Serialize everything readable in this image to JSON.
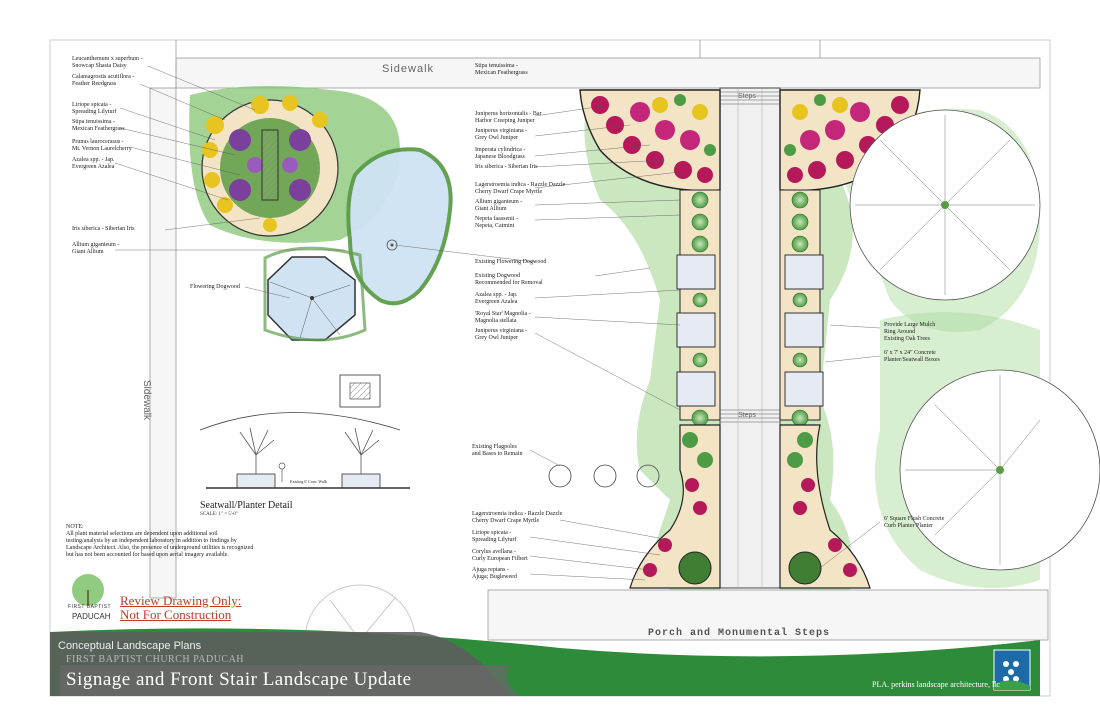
{
  "streets": {
    "top": "Sidewalk",
    "left": "Sidewalk",
    "stair_top": "Steps",
    "stair_mid": "Steps"
  },
  "porch": "Porch and Monumental Steps",
  "labels_left": [
    "Leucanthemum x superbum -",
    "Snowcap Shasta Daisy",
    "Calamagrostis acutiflora -",
    "Feather Reedgrass",
    "Liriope spicata -",
    "Spreading Lilyturf",
    "Stipa tenuissima -",
    "Mexican Feathergrass",
    "Prunus laurocerasus -",
    "Mt. Vernon Laurelcherry",
    "Azalea spp. - Jap.",
    "Evergreen Azalea",
    "Iris siberica - Siberian Iris",
    "Allium giganteum -",
    "Giant Allium",
    "Flowering Dogwood"
  ],
  "labels_center": [
    "Stipa tenuissima -",
    "Mexican Feathergrass",
    "Juniperus horizontalis - Bar",
    "Harbor Creeping Juniper",
    "Juniperus virginiana -",
    "Grey Owl Juniper",
    "Imperata cylindrica -",
    "Japanese Bloodgrass",
    "Iris siberica - Siberian Iris",
    "Lagerstroemia indica - Razzle Dazzle",
    "Cherry Dwarf Crape Myrtle",
    "Allium giganteum -",
    "Giant Allium",
    "Nepeta faassenii -",
    "Nepeta, Catmint",
    "Existing Flowering Dogwood",
    "Existing Dogwood",
    "Recommended for Removal",
    "Azalea spp. - Jap.",
    "Evergreen Azalea",
    "'Royal Star' Magnolia -",
    "Magnolia stellata",
    "Juniperus virginiana -",
    "Grey Owl Juniper",
    "Existing Flagpoles",
    "and Bases to Remain",
    "Lagerstroemia indica - Razzle Dazzle",
    "Cherry Dwarf Crape Myrtle",
    "Liriope spicata -",
    "Spreading Lilyturf",
    "Corylus avellana -",
    "Curly European Filbert",
    "Ajuga reptans -",
    "Ajuga; Bugleweed"
  ],
  "labels_right": [
    "Provide Large Mulch",
    "Ring Around",
    "Existing Oak Trees",
    "6' x 7' x 24\" Concrete",
    "Planter/Seatwall Boxes",
    "6' Square Flush Concrete",
    "Curb Planter Planter"
  ],
  "detail": {
    "title": "Seatwall/Planter Detail",
    "scale": "SCALE: 1\" = 5'-0\"",
    "walk": "Existing 6' Conc. Walk"
  },
  "note": "NOTE:\nAll plant material selections are dependent upon additional soil testing/analysis by an independent laboratory in addition to findings by Landscape Architect. Also, the presence of underground utilities is recognized but has not been accounted for based upon aerial imagery available.",
  "church": {
    "line1": "FIRST BAPTIST",
    "line2": "PADUCAH"
  },
  "review": {
    "line1": "Review Drawing Only:",
    "line2": "Not For Construction"
  },
  "title_block": {
    "subtitle1": "Conceptual Landscape Plans",
    "subtitle2": "FIRST BAPTIST CHURCH PADUCAH",
    "title": "Signage and Front Stair Landscape Update",
    "firm": "PLA. perkins landscape architecture, llc"
  },
  "colors": {
    "lawn_green": "#7cc26a",
    "banner_green": "#2e8b3a",
    "banner_dark": "#5d5d5d",
    "pond_blue": "#cfe3f3",
    "flower_magenta": "#b5195a",
    "flower_purple": "#7b3f9c",
    "flower_yellow": "#e8c420",
    "review_red": "#c0392b"
  }
}
